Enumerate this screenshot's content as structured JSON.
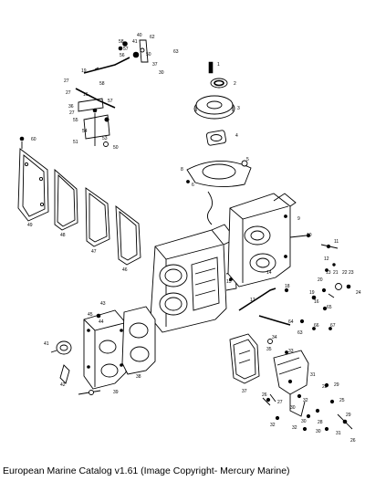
{
  "caption": "European Marine Catalog v1.61 (Image Copyright- Mercury Marine)",
  "callouts": {
    "cover_plate_screw": "60",
    "cover_plate": "49",
    "gasket_outer": "48",
    "plate_inner": "47",
    "gasket_inner": "46",
    "link_a": "40",
    "link_b": "41",
    "link_c": "62",
    "rod_a": "19",
    "rod_b": "16",
    "screw_a": "57",
    "lever_a": "27",
    "lever_b": "36",
    "clip": "59",
    "bracket": "55",
    "spring": "51",
    "screw_b": "53",
    "washer_top": "1",
    "seal_top": "2",
    "bearing_cage": "3",
    "gasket_top": "4",
    "ring_gasket": "5",
    "screw_c": "6",
    "thermostat_cover": "43",
    "bolt_c": "44",
    "block_bolt": "14",
    "dowel": "15",
    "hose": "17",
    "plug": "18",
    "elbow": "22",
    "nut_e": "23",
    "head_gasket": "38",
    "head_bolt": "39",
    "head_washer": "42",
    "cover_f": "35",
    "base_g": "37",
    "bolt_h": "26",
    "bolt_i": "28",
    "stud_j": "25",
    "pin_k": "32",
    "washer_l": "30",
    "screw_m": "29",
    "fitting_n": "20",
    "fitting_o": "21",
    "spring_p": "63",
    "spring_q": "64",
    "nipple_r": "65",
    "screw_s": "66",
    "washer_t": "67",
    "plug_u": "12",
    "gasket_v": "13",
    "seal_w": "33",
    "pin_x": "34",
    "pin_y": "31",
    "washer_z": "24",
    "bolt_aa": "9",
    "bolt_ab": "10",
    "bolt_ac": "11",
    "head": "45",
    "item_50": "50",
    "item_54": "54",
    "item_56": "56",
    "item_58": "58",
    "item_8": "8"
  }
}
